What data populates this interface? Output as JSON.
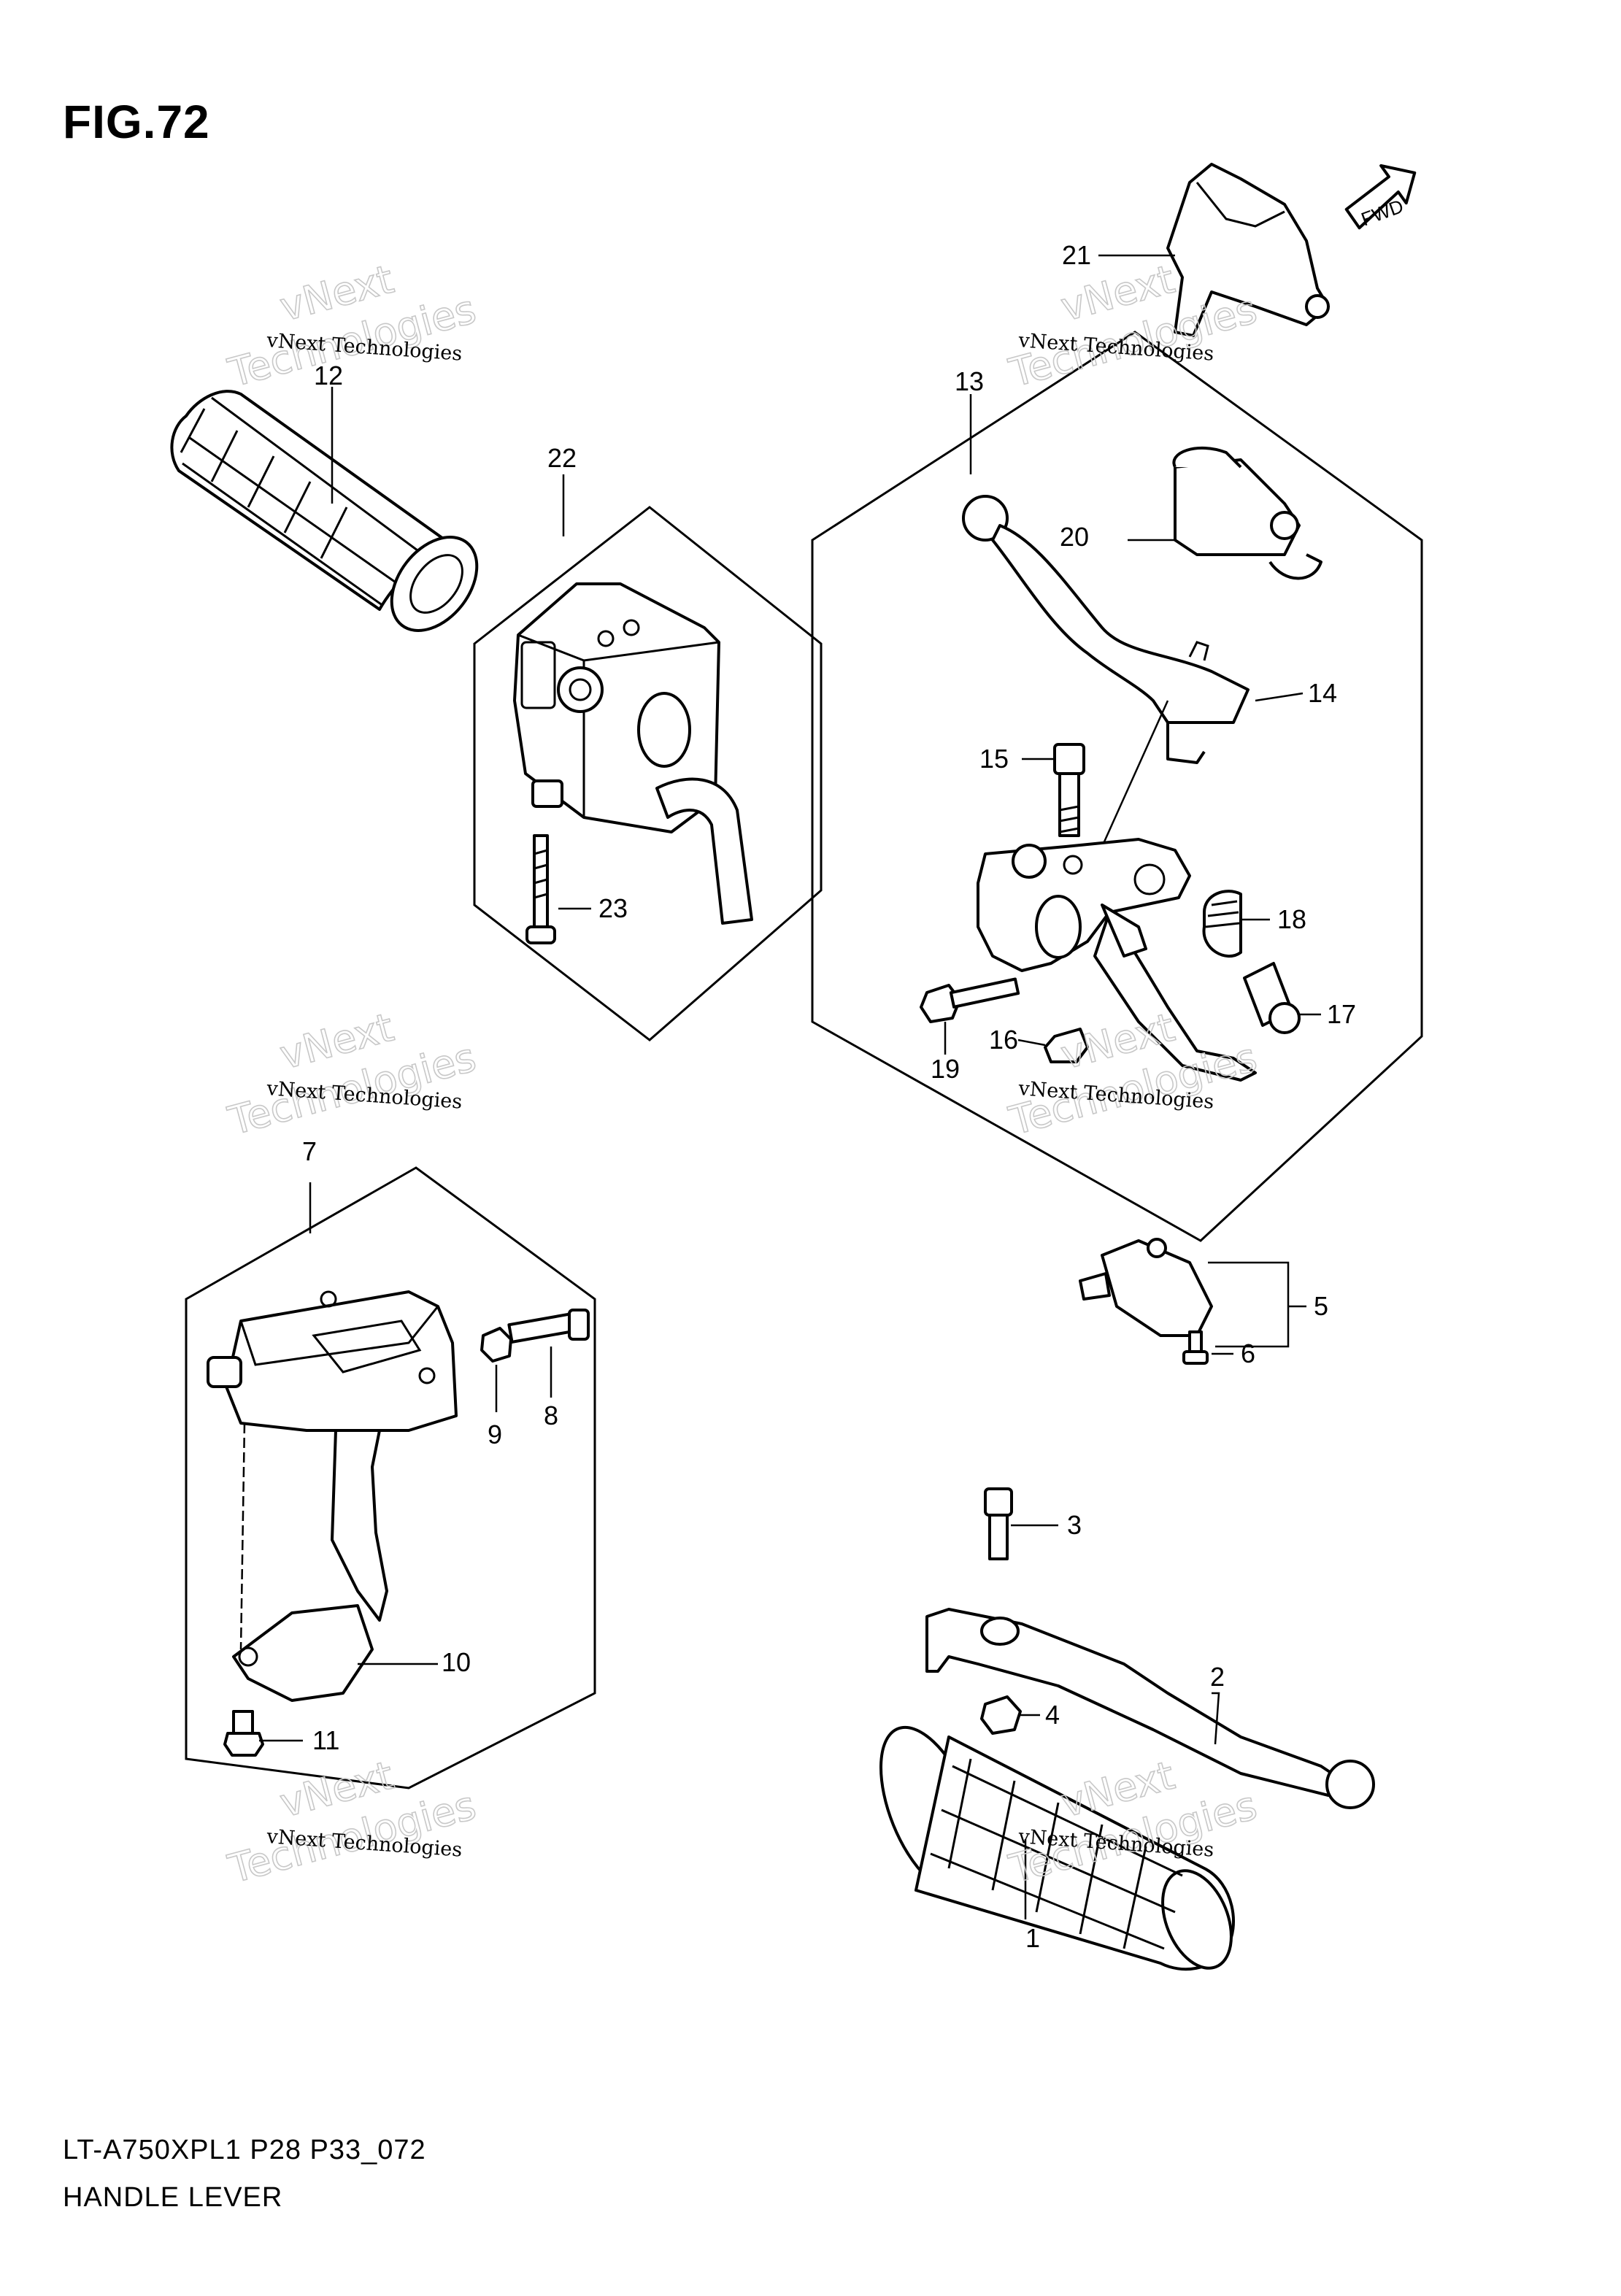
{
  "figure": {
    "title": "FIG.72",
    "model_code": "LT-A750XPL1 P28 P33_072",
    "diagram_name": "HANDLE LEVER",
    "fwd_label": "FWD"
  },
  "watermark": {
    "small_text": "vNext Technologies",
    "big_line1": "vNext",
    "big_line2": "Technologies"
  },
  "callouts": [
    "1",
    "2",
    "3",
    "4",
    "5",
    "6",
    "7",
    "8",
    "9",
    "10",
    "11",
    "12",
    "13",
    "14",
    "15",
    "16",
    "17",
    "18",
    "19",
    "20",
    "21",
    "22",
    "23"
  ]
}
